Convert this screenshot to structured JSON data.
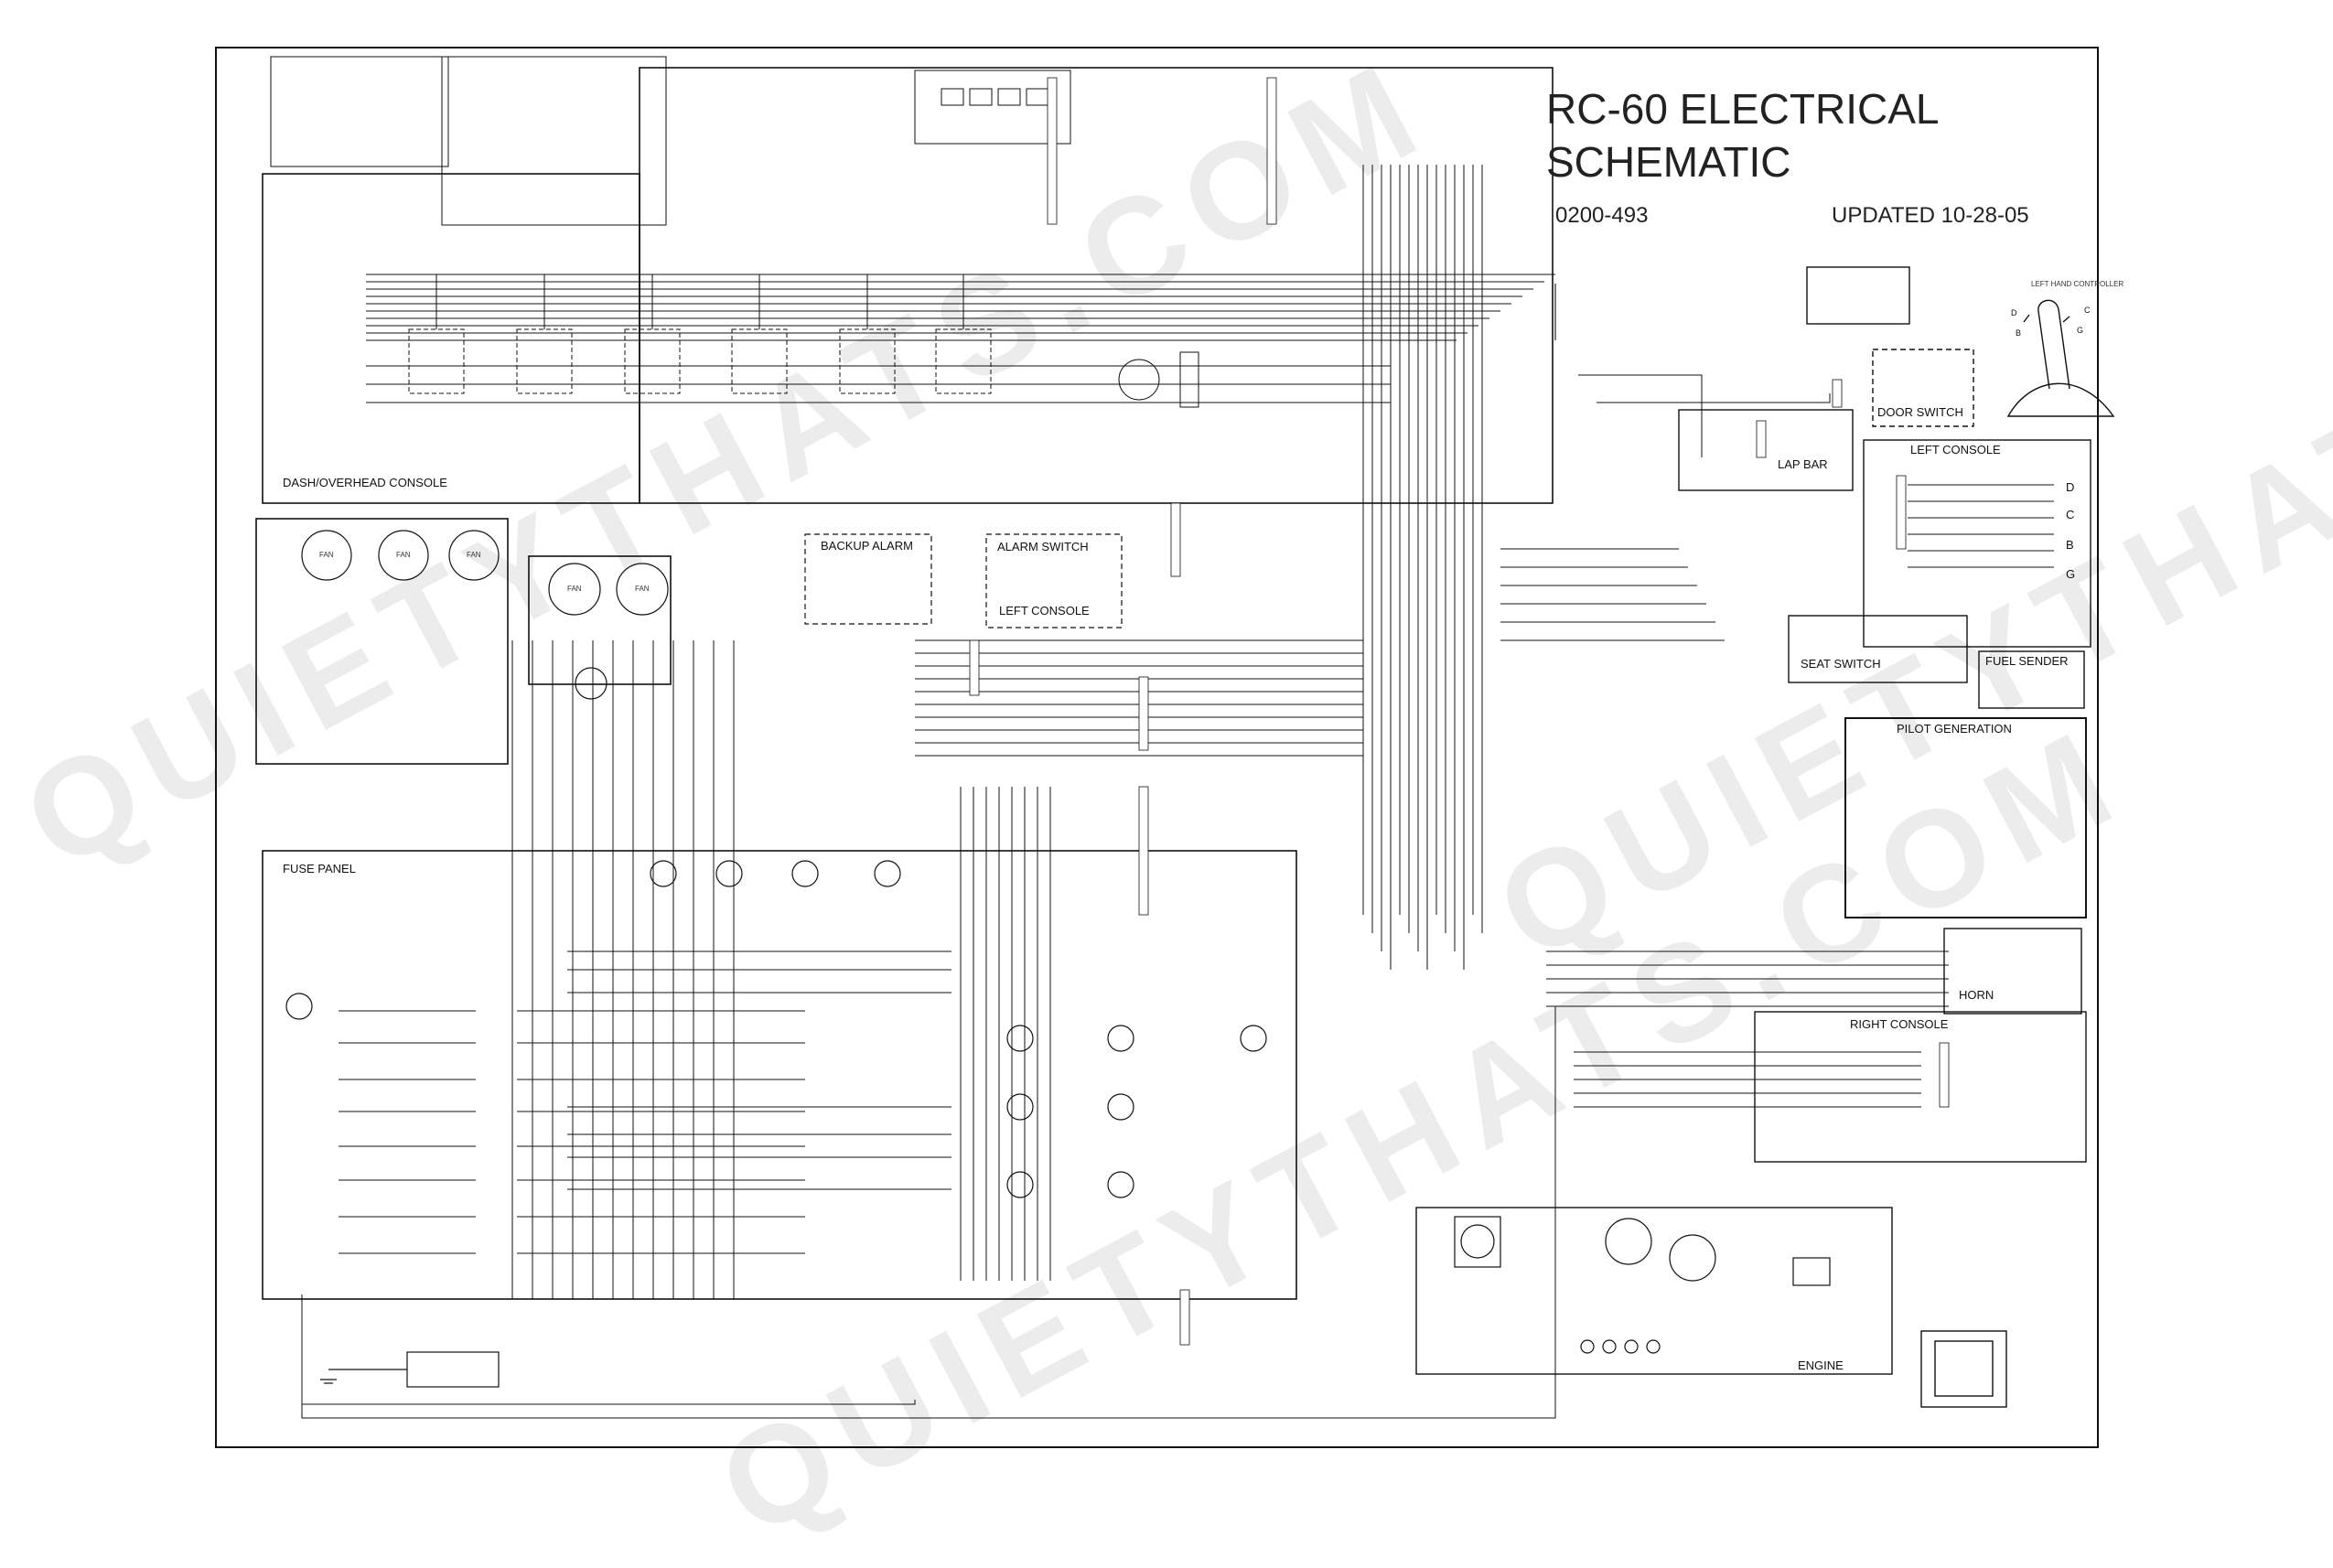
{
  "title": {
    "line1": "RC-60 ELECTRICAL",
    "line2": "SCHEMATIC",
    "part_number": "0200-493",
    "updated": "UPDATED 10-28-05"
  },
  "sections": {
    "dash_overhead": "DASH/OVERHEAD CONSOLE",
    "fuse_panel": "FUSE PANEL",
    "backup_alarm": "BACKUP ALARM",
    "alarm_switch": "ALARM SWITCH",
    "left_console_small": "LEFT CONSOLE",
    "door_switch": "DOOR SWITCH",
    "lap_bar": "LAP BAR",
    "left_console": "LEFT CONSOLE",
    "seat_switch": "SEAT SWITCH",
    "fuel_sender": "FUEL SENDER",
    "pilot_generation": "PILOT GENERATION",
    "horn": "HORN",
    "right_console": "RIGHT CONSOLE",
    "engine": "ENGINE",
    "left_hand_controller": "LEFT HAND CONTROLLER",
    "fan": "FAN",
    "left_console_letters": [
      "D",
      "C",
      "B",
      "G"
    ],
    "controller_letters": [
      "D",
      "C",
      "B",
      "G"
    ]
  },
  "watermark": "QUIETYTHATS.COM",
  "colors": {
    "line": "#111111",
    "background": "#ffffff",
    "watermark": "#c8c8c8"
  }
}
